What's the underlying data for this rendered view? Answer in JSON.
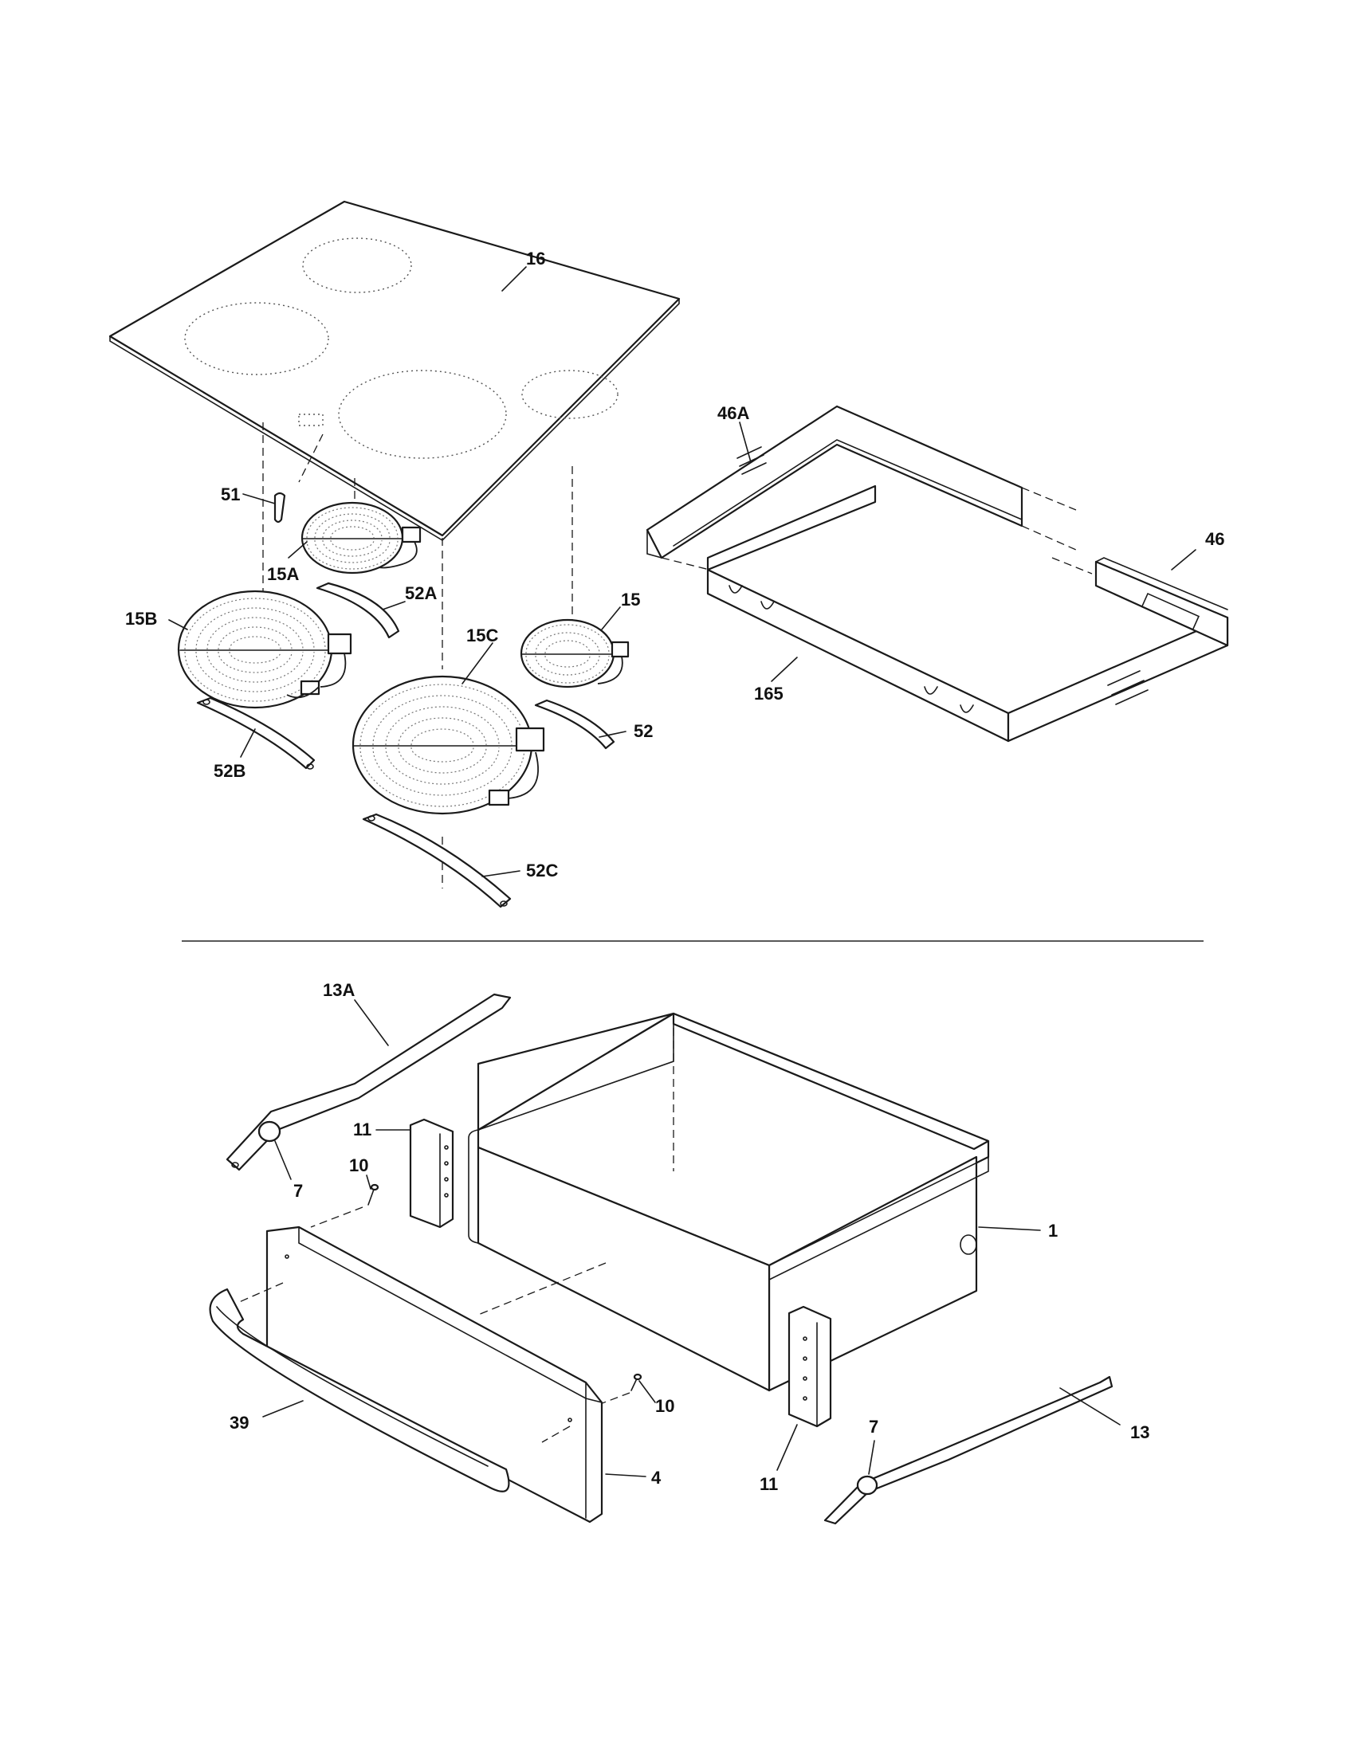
{
  "callouts": {
    "c16": "16",
    "c46a": "46A",
    "c46": "46",
    "c51": "51",
    "c15a": "15A",
    "c52a": "52A",
    "c15b": "15B",
    "c15c": "15C",
    "c15": "15",
    "c165": "165",
    "c52": "52",
    "c52b": "52B",
    "c52c": "52C",
    "c13a": "13A",
    "c11_top": "11",
    "c7_left": "7",
    "c10_top": "10",
    "c1": "1",
    "c39": "39",
    "c10_bottom": "10",
    "c4": "4",
    "c11_bottom": "11",
    "c7_right": "7",
    "c13": "13"
  }
}
